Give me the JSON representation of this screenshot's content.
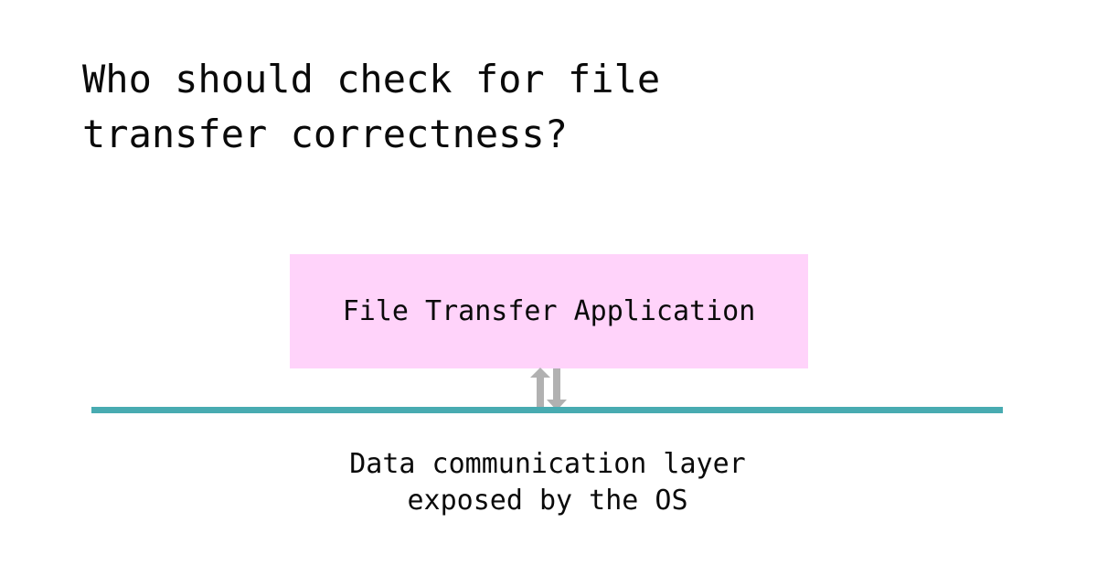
{
  "colors": {
    "background": "#ffffff",
    "text": "#0a0a0a"
  },
  "title": {
    "text": "Who should check for file transfer correctness?"
  },
  "diagram": {
    "app_box": {
      "label": "File Transfer Application",
      "fill": "#ffd3fa"
    },
    "arrows": {
      "name": "up-down-arrows-icon",
      "color": "#b1b1b1"
    },
    "layer_line": {
      "color": "#48abb1"
    },
    "layer_label": {
      "line1": "Data communication layer",
      "line2": "exposed by the OS"
    }
  }
}
